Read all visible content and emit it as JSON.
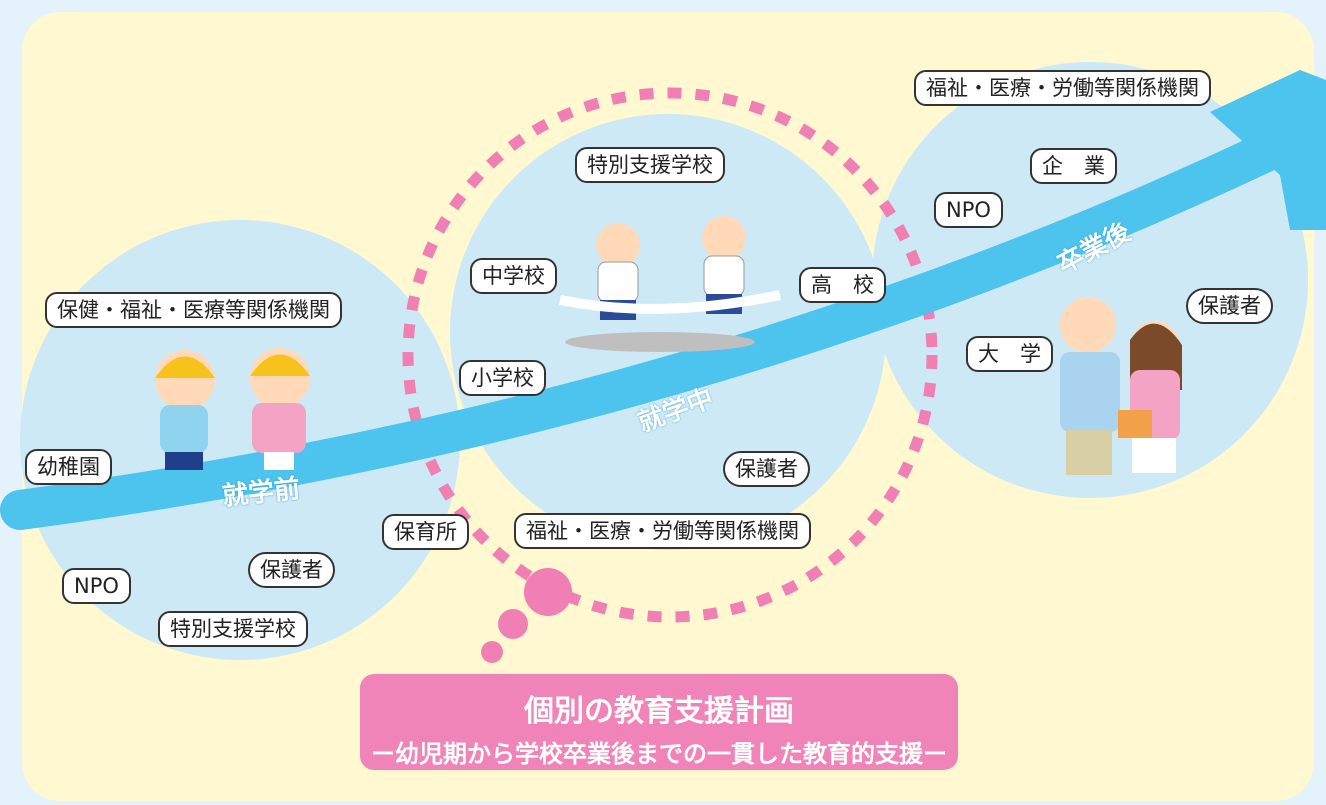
{
  "stages": {
    "pre": "就学前",
    "during": "就学中",
    "after": "卒業後"
  },
  "pre_tags": {
    "health": "保健・福祉・医療等関係機関",
    "kindergarten": "幼稚園",
    "nursery": "保育所",
    "guardian": "保護者",
    "npo": "NPO",
    "special_school": "特別支援学校"
  },
  "during_tags": {
    "special_school": "特別支援学校",
    "junior_high": "中学校",
    "high_school": "高　校",
    "elementary": "小学校",
    "guardian": "保護者",
    "welfare": "福祉・医療・労働等関係機関"
  },
  "after_tags": {
    "welfare": "福祉・医療・労働等関係機関",
    "company": "企　業",
    "npo": "NPO",
    "guardian": "保護者",
    "university": "大　学"
  },
  "plan": {
    "title": "個別の教育支援計画",
    "subtitle": "ー幼児期から学校卒業後までの一貫した教育的支援ー"
  },
  "colors": {
    "arrow": "#4cc4ee",
    "circle": "#cde9f6",
    "dots": "#f07fb4",
    "plan": "#f084b8",
    "panel": "#fff8d0"
  }
}
